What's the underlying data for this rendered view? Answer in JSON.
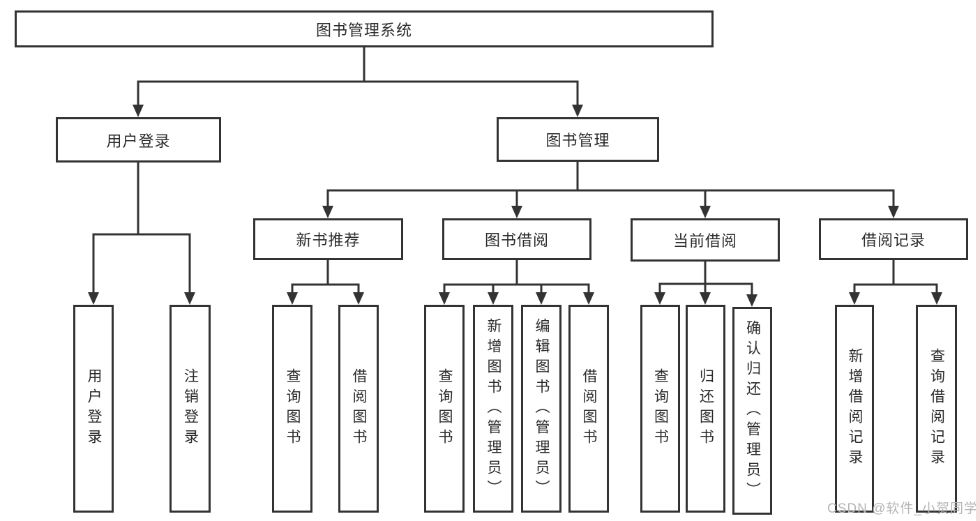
{
  "diagram": {
    "root": {
      "label": "图书管理系统"
    },
    "level2": [
      {
        "label": "用户登录",
        "children": [
          "用户登录",
          "注销登录"
        ]
      },
      {
        "label": "图书管理"
      }
    ],
    "level3": [
      {
        "label": "新书推荐",
        "children": [
          "查询图书",
          "借阅图书"
        ]
      },
      {
        "label": "图书借阅",
        "children": [
          "查询图书",
          "新增图书（管理员）",
          "编辑图书（管理员）",
          "借阅图书"
        ]
      },
      {
        "label": "当前借阅",
        "children": [
          "查询图书",
          "归还图书",
          "确认归还（管理员）"
        ]
      },
      {
        "label": "借阅记录",
        "children": [
          "新增借阅记录",
          "查询借阅记录"
        ]
      }
    ],
    "watermark": "CSDN @软件_小贺同学",
    "colors": {
      "line": "#333333",
      "text": "#2b2b2b",
      "watermark": "#b5b5b5",
      "edge_strip": "#f5dede"
    }
  }
}
